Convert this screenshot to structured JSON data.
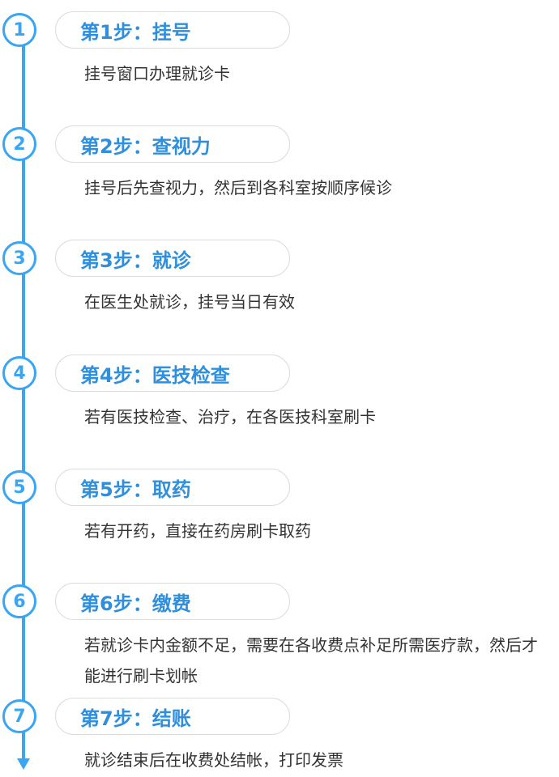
{
  "steps": [
    {
      "number": "1",
      "title": "第1步：挂号",
      "description": "挂号窗口办理就诊卡"
    },
    {
      "number": "2",
      "title": "第2步：查视力",
      "description": "挂号后先查视力，然后到各科室按顺序候诊"
    },
    {
      "number": "3",
      "title": "第3步：就诊",
      "description": "在医生处就诊，挂号当日有效"
    },
    {
      "number": "4",
      "title": "第4步：医技检查",
      "description": "若有医技检查、治疗，在各医技科室刷卡"
    },
    {
      "number": "5",
      "title": "第5步：取药",
      "description": "若有开药，直接在药房刷卡取药"
    },
    {
      "number": "6",
      "title": "第6步：缴费",
      "description": "若就诊卡内金额不足，需要在各收费点补足所需医疗款，然后才能进行刷卡划帐"
    },
    {
      "number": "7",
      "title": "第7步：结账",
      "description": "就诊结束后在收费处结帐，打印发票"
    }
  ],
  "colors": {
    "accent": "#3aa5f3",
    "title": "#2f8fdc",
    "text": "#333333",
    "pill_border": "#dcdcdc"
  }
}
